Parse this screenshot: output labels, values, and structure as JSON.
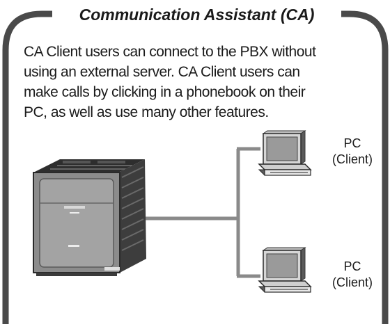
{
  "title": "Communication Assistant (CA)",
  "description_lines": [
    "CA Client users can connect to the PBX without",
    "using an external server. CA Client users can",
    "make calls by clicking in a phonebook on their",
    "PC, as well as use many other features."
  ],
  "pcs": [
    {
      "label": "PC",
      "sublabel": "(Client)"
    },
    {
      "label": "PC",
      "sublabel": "(Client)"
    }
  ],
  "colors": {
    "frame": "#4a4a4a",
    "line": "#8a8a8a",
    "device_body": "#8c8c8c",
    "screen": "#9a9a9a"
  },
  "icons": [
    "pbx-unit-icon",
    "pc-client-icon"
  ]
}
